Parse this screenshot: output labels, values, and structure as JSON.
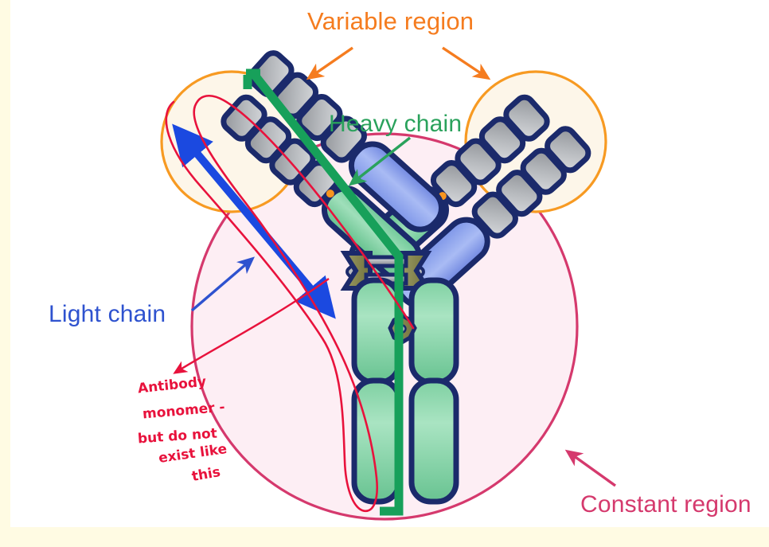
{
  "figure": {
    "subject": "antibody-structure-diagram",
    "background_color": "#ffffff",
    "border_color": "#fffbe3"
  },
  "labels": {
    "variable_region": "Variable region",
    "heavy_chain": "Heavy chain",
    "light_chain": "Light chain",
    "constant_region": "Constant region"
  },
  "colors": {
    "variable_region": "#f57c1f",
    "heavy_chain": "#2aa25c",
    "light_chain": "#2e52cf",
    "constant_region": "#d5396d",
    "handwriting": "#e8123c",
    "domain_outline": "#1b2a6b",
    "heavy_chain_fill": "#7fd3a4",
    "light_chain_fill": "#8fa8ee",
    "cdr_bead_fill": "#b9bcc0",
    "hinge_fill": "#8a8b55",
    "disulfide_fill": "#b8bcc2",
    "variable_circle_fill": "#fdf6e9",
    "constant_circle_fill": "#fdeef4"
  },
  "handwritten_note": {
    "full_text": "Antibody monomer - but do not exist like this",
    "lines": [
      "Antibody",
      "monomer -",
      "but do not",
      "exist like",
      "this"
    ]
  },
  "annotations": [
    {
      "name": "variable-region-callout",
      "label": "Variable region",
      "color": "#f57c1f",
      "arrow_count": 2,
      "highlight_shape": "two-circles"
    },
    {
      "name": "heavy-chain-callout",
      "label": "Heavy chain",
      "color": "#2aa25c",
      "arrow_count": 1,
      "trace": "thick-green-polyline-left-arm-to-stem"
    },
    {
      "name": "light-chain-callout",
      "label": "Light chain",
      "color": "#2e52cf",
      "arrow_count": 1,
      "trace": "thick-blue-double-arrow-left-arm"
    },
    {
      "name": "constant-region-callout",
      "label": "Constant region",
      "color": "#d5396d",
      "arrow_count": 1,
      "highlight_shape": "large-circle"
    },
    {
      "name": "handwritten-annotation",
      "label": "Antibody monomer - but do not exist like this",
      "color": "#e8123c",
      "arrow_count": 1,
      "highlight_shape": "hand-drawn-ellipse"
    }
  ],
  "structure": {
    "type": "IgG monomer",
    "arms": 2,
    "heavy_chains": 2,
    "light_chains": 2,
    "variable_domains_per_arm": 2,
    "constant_domains_stem": 2,
    "hinge_disulfide_bonds": 2
  }
}
